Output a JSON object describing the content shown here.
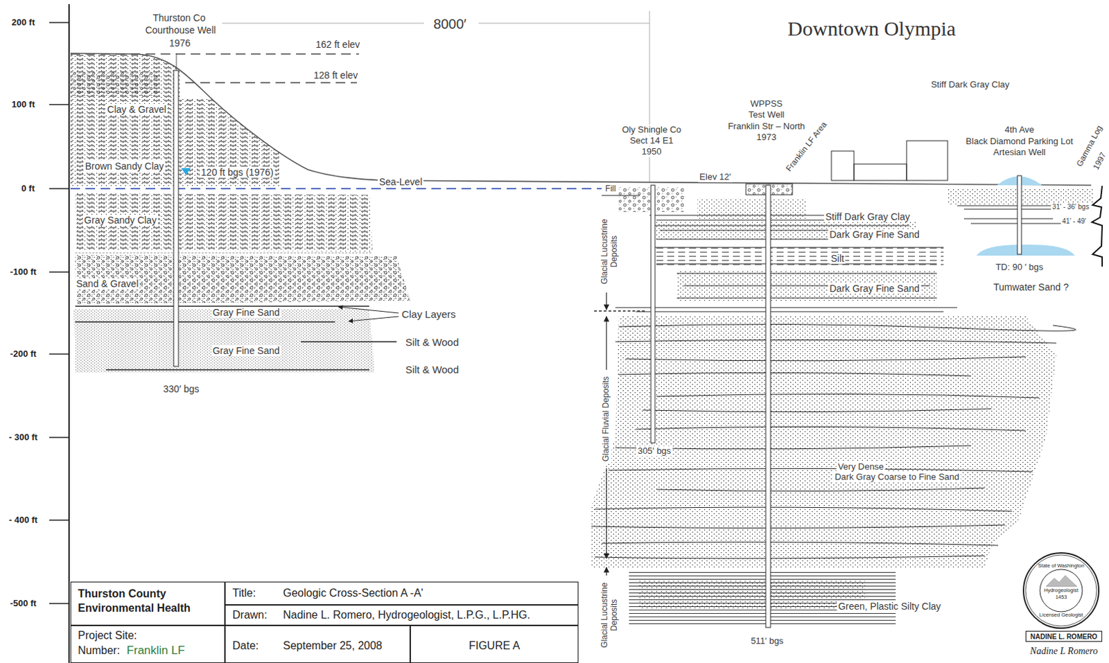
{
  "diagram": {
    "title": "Downtown Olympia",
    "nodes": [
      {
        "text": [
          "Thurston County Environmental Health"
        ]
      },
      {
        "text": [
          "Project Site:",
          "Number:",
          "Franklin LF"
        ]
      },
      {
        "text": [
          "Title:",
          "Geologic Cross-Section A -A'"
        ]
      },
      {
        "text": [
          "Drawn:",
          "Nadine L. Romero, Hydrogeologist, L.P.G., L.P.HG."
        ]
      },
      {
        "text": [
          "Date:",
          "September 25, 2008"
        ]
      },
      {
        "text": [
          "FIGURE A"
        ]
      },
      {
        "text": [
          "State of Washington",
          "Hydrogeologist",
          "1453",
          "Licensed Geologist"
        ]
      },
      {
        "text": [
          "NADINE L. ROMERO"
        ]
      }
    ],
    "labels": [
      "200 ft",
      "100 ft",
      "0 ft",
      "-100 ft",
      "-200 ft",
      "- 300 ft",
      "- 400 ft",
      "-500 ft",
      "Thurston Co",
      "Courthouse Well",
      "1976",
      "8000′",
      "162 ft elev",
      "128 ft elev",
      "Clay & Gravel",
      "Brown Sandy Clay",
      "120 ft bgs (1976)",
      "Sea-Level",
      "Gray Sandy Clay",
      "Sand & Gravel",
      "Gray Fine Sand",
      "Clay Layers",
      "Silt & Wood",
      "Gray Fine Sand",
      "Silt & Wood",
      "330′ bgs",
      "Fill",
      "Glacial Lucustrine Deposits",
      "Glacial Fluvial Deposits",
      "Glacial Lucustrine Deposits",
      "Oly Shingle Co",
      "Sect 14 E1",
      "1950",
      "WPPSS",
      "Test Well",
      "Franklin Str – North",
      "1973",
      "Franklin LF Area",
      "Elev 12′",
      "Stiff Dark Gray Clay",
      "4th Ave",
      "Black Diamond Parking Lot",
      "Artesian Well",
      "Gamma Log",
      "1997",
      "Stiff Dark Gray Clay",
      "Dark Gray Fine Sand",
      "Silt",
      "Dark Gray Fine Sand",
      "31′ - 36′ bgs",
      "41′ - 49′",
      "TD: 90 ′ bgs",
      "Tumwater Sand ?",
      "305′ bgs",
      "Very Dense",
      "Dark Gray Coarse to Fine Sand",
      "Green, Plastic Silty Clay",
      "511′ bgs",
      "Nadine L Romero"
    ]
  }
}
